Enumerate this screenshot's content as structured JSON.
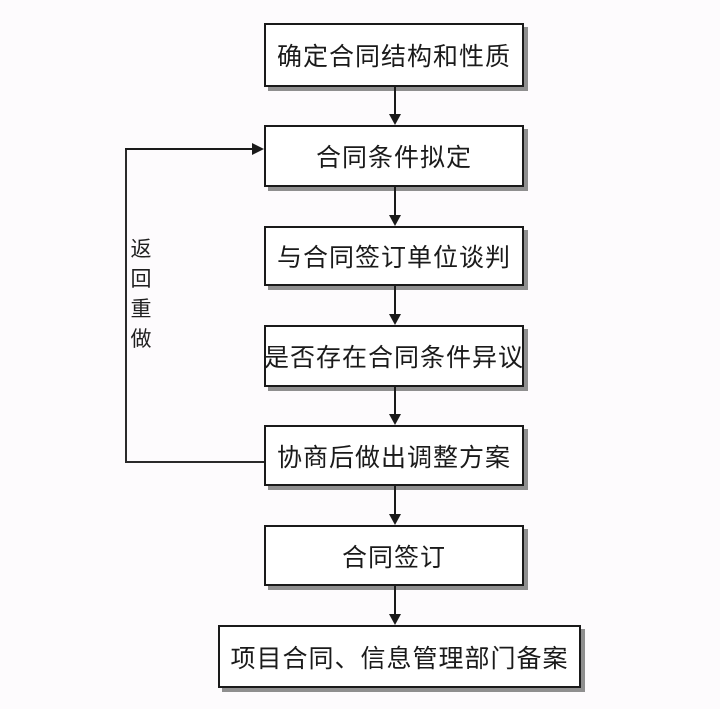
{
  "diagram": {
    "type": "flowchart",
    "language": "zh-CN",
    "nodes": [
      {
        "id": "determine-structure",
        "label": "确定合同结构和性质"
      },
      {
        "id": "draft-conditions",
        "label": "合同条件拟定"
      },
      {
        "id": "negotiate",
        "label": "与合同签订单位谈判"
      },
      {
        "id": "objection-check",
        "label": "是否存在合同条件异议"
      },
      {
        "id": "adjustment-plan",
        "label": "协商后做出调整方案"
      },
      {
        "id": "sign-contract",
        "label": "合同签订"
      },
      {
        "id": "filing",
        "label": "项目合同、信息管理部门备案"
      }
    ],
    "edges": [
      {
        "from": "determine-structure",
        "to": "draft-conditions",
        "style": "arrow-down"
      },
      {
        "from": "draft-conditions",
        "to": "negotiate",
        "style": "arrow-down"
      },
      {
        "from": "negotiate",
        "to": "objection-check",
        "style": "arrow-down"
      },
      {
        "from": "objection-check",
        "to": "adjustment-plan",
        "style": "arrow-down"
      },
      {
        "from": "adjustment-plan",
        "to": "sign-contract",
        "style": "arrow-down"
      },
      {
        "from": "sign-contract",
        "to": "filing",
        "style": "arrow-down"
      },
      {
        "from": "adjustment-plan",
        "to": "draft-conditions",
        "style": "loop-left",
        "label": "返回重做"
      }
    ],
    "loop_label": "返回重做",
    "colors": {
      "background": "#fdfbfd",
      "box_fill": "#ffffff",
      "box_border": "#1a1a1a",
      "box_shadow": "#8f8f8f",
      "line": "#1a1a1a",
      "text": "#1a1a1a"
    }
  }
}
